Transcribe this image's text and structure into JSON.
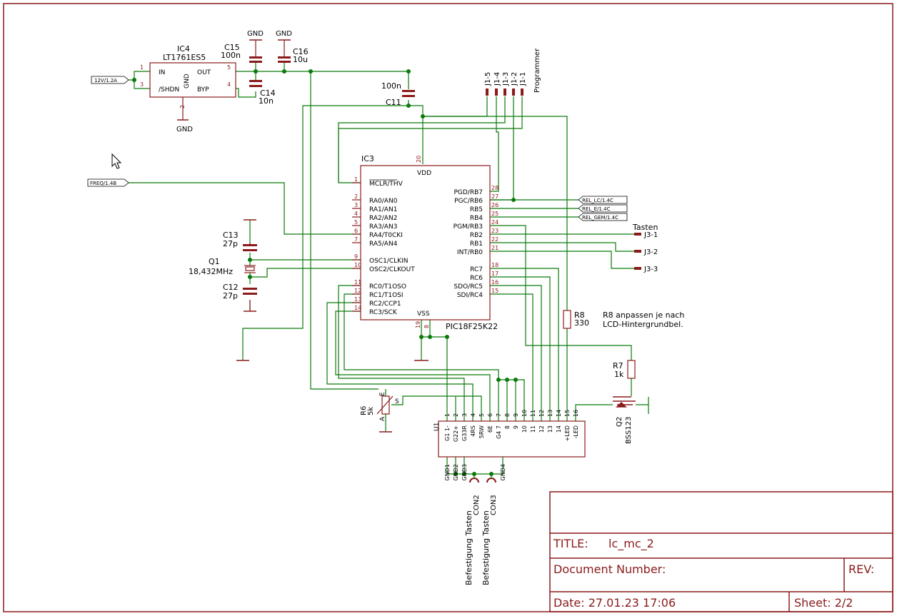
{
  "colors": {
    "frame": "#8b1a1a",
    "wire": "#0a7a0a",
    "text": "#000000",
    "pin": "#8b1a1a",
    "junction": "#0a7a0a"
  },
  "ic4": {
    "name": "IC4",
    "value": "LT1761ES5",
    "pin_in": "IN",
    "pin_shdn": "/SHDN",
    "pin_gnd": "GND",
    "pin_out": "OUT",
    "pin_byp": "BYP",
    "pin1": "1",
    "pin3": "3",
    "pin2": "2",
    "pin5": "5",
    "pin4": "4"
  },
  "net_12v": "12V/1.2A",
  "net_freq": "FREQ/1.4B",
  "gnd_label": "GND",
  "c15": {
    "name": "C15",
    "value": "100n"
  },
  "c16": {
    "name": "C16",
    "value": "10u"
  },
  "c14": {
    "name": "C14",
    "value": "10n"
  },
  "c11": {
    "name": "C11",
    "value": "100n"
  },
  "c13": {
    "name": "C13",
    "value": "27p"
  },
  "c12": {
    "name": "C12",
    "value": "27p"
  },
  "q1": {
    "name": "Q1",
    "value": "18,432MHz"
  },
  "programmer": {
    "label": "Programmer",
    "pins": [
      "J1-5",
      "J1-4",
      "J1-3",
      "J1-2",
      "J1-1"
    ]
  },
  "ic3": {
    "name": "IC3",
    "value": "PIC18F25K22",
    "vdd": "VDD",
    "vss": "VSS",
    "pin_vdd": "20",
    "pin_vss": [
      "19",
      "8"
    ],
    "left_pins": [
      {
        "num": "1",
        "label": "MCLR/THV"
      },
      {
        "num": "2",
        "label": "RA0/AN0"
      },
      {
        "num": "3",
        "label": "RA1/AN1"
      },
      {
        "num": "4",
        "label": "RA2/AN2"
      },
      {
        "num": "5",
        "label": "RA3/AN3"
      },
      {
        "num": "6",
        "label": "RA4/T0CKI"
      },
      {
        "num": "7",
        "label": "RA5/AN4"
      },
      {
        "num": "9",
        "label": "OSC1/CLKIN"
      },
      {
        "num": "10",
        "label": "OSC2/CLKOUT"
      },
      {
        "num": "11",
        "label": "RC0/T1OSO"
      },
      {
        "num": "12",
        "label": "RC1/T1OSI"
      },
      {
        "num": "13",
        "label": "RC2/CCP1"
      },
      {
        "num": "14",
        "label": "RC3/SCK"
      }
    ],
    "right_pins": [
      {
        "num": "28",
        "label": "PGD/RB7"
      },
      {
        "num": "27",
        "label": "PGC/RB6"
      },
      {
        "num": "26",
        "label": "RB5"
      },
      {
        "num": "25",
        "label": "RB4"
      },
      {
        "num": "24",
        "label": "PGM/RB3"
      },
      {
        "num": "23",
        "label": "RB2"
      },
      {
        "num": "22",
        "label": "RB1"
      },
      {
        "num": "21",
        "label": "INT/RB0"
      },
      {
        "num": "18",
        "label": "RC7"
      },
      {
        "num": "17",
        "label": "RC6"
      },
      {
        "num": "16",
        "label": "SDO/RC5"
      },
      {
        "num": "15",
        "label": "SDI/RC4"
      }
    ]
  },
  "rel_labels": [
    "REL_LC/1.4C",
    "REL_E/1.4C",
    "REL_GEM/1.4C"
  ],
  "tasten": {
    "title": "Tasten",
    "pins": [
      "J3-1",
      "J3-2",
      "J3-3"
    ]
  },
  "r8": {
    "name": "R8",
    "value": "330",
    "note1": "R8 anpassen je nach",
    "note2": "LCD-Hintergrundbel."
  },
  "r7": {
    "name": "R7",
    "value": "1k"
  },
  "r6": {
    "name": "R6",
    "value": "5k",
    "pin_e": "E",
    "pin_s": "S",
    "pin_a": "A"
  },
  "q2": {
    "name": "Q2",
    "value": "BSS123"
  },
  "u1": {
    "name": "U1",
    "pin_numbers": [
      "1",
      "2",
      "3",
      "4",
      "5",
      "6",
      "7",
      "8",
      "9",
      "10",
      "11",
      "12",
      "13",
      "14",
      "15",
      "16"
    ],
    "pin_labels": [
      "G1 1-",
      "G22+",
      "G33R",
      "4RS",
      "5RW",
      "6E",
      "G4 7",
      "8",
      "9",
      "10",
      "11",
      "12",
      "13",
      "14",
      "+LED",
      "-LED"
    ],
    "gnd_labels": [
      "GND1",
      "GND2",
      "GND3",
      "GND4"
    ]
  },
  "con2": {
    "name": "CON2",
    "desc": "Befestigung Tasten"
  },
  "con3": {
    "name": "CON3",
    "desc": "Befestigung Tasten"
  },
  "title_block": {
    "title_label": "TITLE:",
    "title_value": "lc_mc_2",
    "docnum_label": "Document Number:",
    "rev_label": "REV:",
    "date_label": "Date: 27.01.23 17:06",
    "sheet_label": "Sheet: 2/2"
  }
}
